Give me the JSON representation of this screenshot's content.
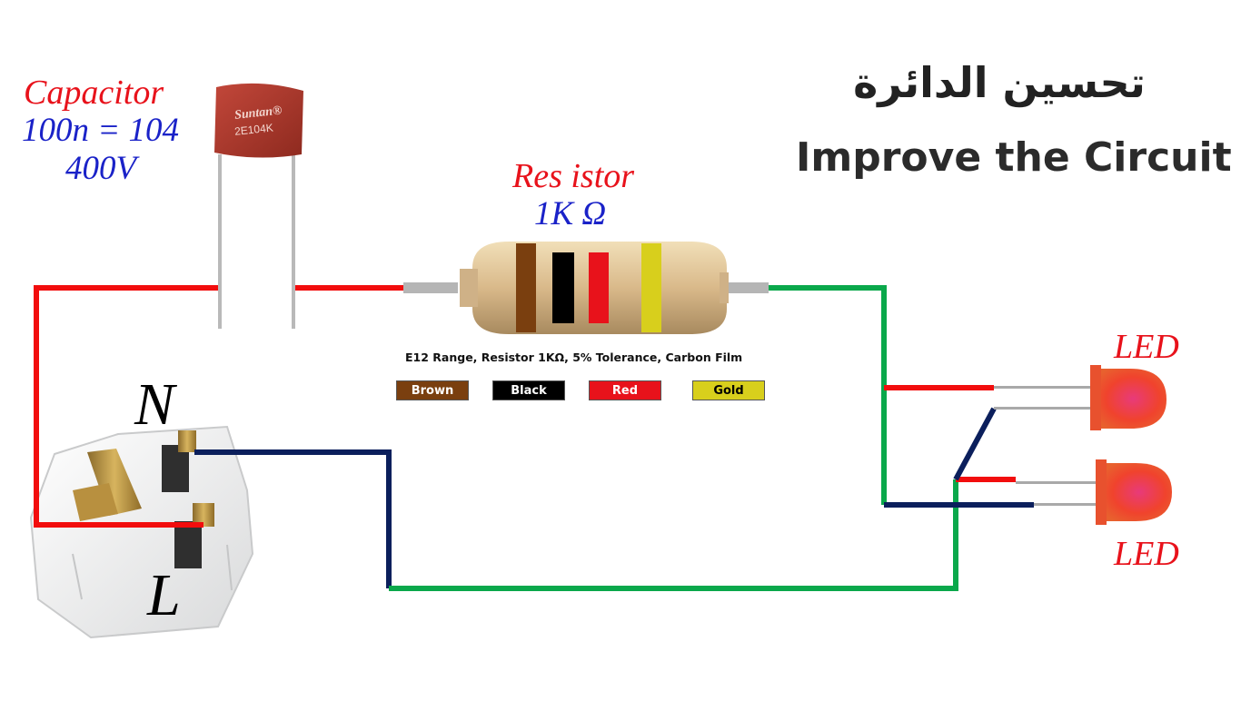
{
  "title": {
    "arabic": "تحسين الدائرة",
    "english": "Improve the Circuit"
  },
  "capacitor": {
    "name": "Capacitor",
    "value": "100n = 104",
    "voltage": "400V",
    "marking_brand": "Suntan®",
    "marking_code": "2E104K",
    "color": "#b3382a"
  },
  "resistor": {
    "name": "Res istor",
    "value": "1K Ω",
    "spec": "E12 Range, Resistor 1KΩ, 5% Tolerance, Carbon Film",
    "bands": [
      {
        "label": "Brown",
        "color": "#7a3f0f",
        "text_color": "#ffffff"
      },
      {
        "label": "Black",
        "color": "#000000",
        "text_color": "#ffffff"
      },
      {
        "label": "Red",
        "color": "#e8121b",
        "text_color": "#ffffff"
      },
      {
        "label": "Gold",
        "color": "#d8cf1c",
        "text_color": "#000000"
      }
    ]
  },
  "plug": {
    "neutral_label": "N",
    "live_label": "L"
  },
  "leds": {
    "top_label": "LED",
    "bottom_label": "LED",
    "color": "#f0432d"
  },
  "wire_colors": {
    "live": "#f20d0d",
    "neutral": "#0b1f5c",
    "output": "#0aa84b"
  }
}
